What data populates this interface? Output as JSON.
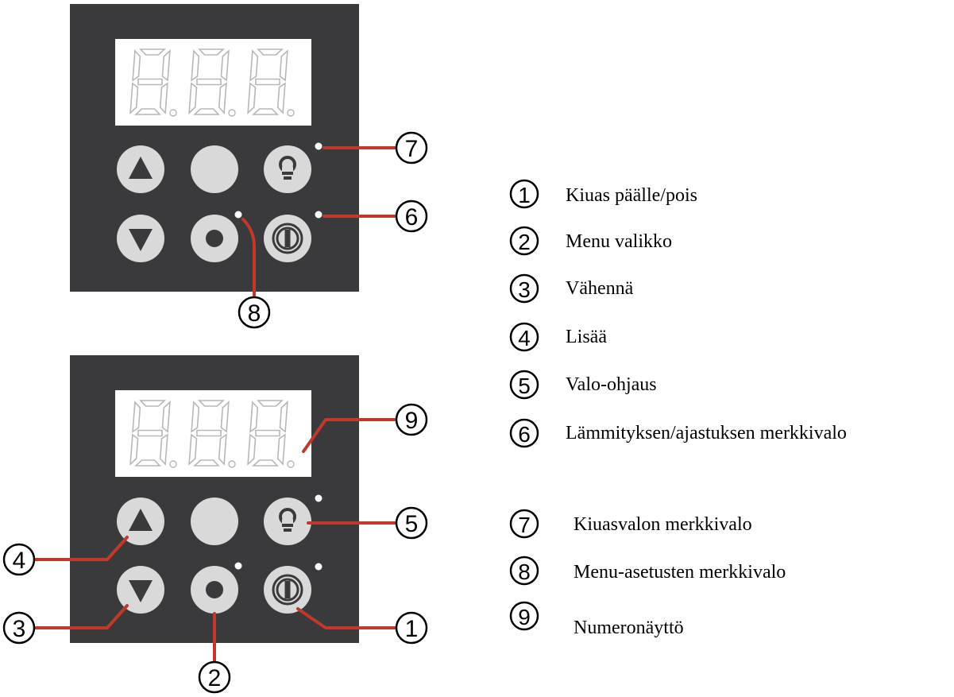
{
  "panels": [
    {
      "id": "top",
      "display_digits": 3,
      "callouts": [
        "7",
        "6",
        "8"
      ]
    },
    {
      "id": "bottom",
      "display_digits": 3,
      "callouts": [
        "9",
        "5",
        "4",
        "3",
        "1",
        "2"
      ]
    }
  ],
  "legend": [
    {
      "number": "1",
      "label": "Kiuas päälle/pois"
    },
    {
      "number": "2",
      "label": "Menu valikko"
    },
    {
      "number": "3",
      "label": "Vähennä"
    },
    {
      "number": "4",
      "label": "Lisää"
    },
    {
      "number": "5",
      "label": "Valo-ohjaus"
    },
    {
      "number": "6",
      "label": "Lämmityksen/ajastuksen merkkivalo"
    },
    {
      "number": "7",
      "label": "Kiuasvalon merkkivalo"
    },
    {
      "number": "8",
      "label": "Menu-asetusten merkkivalo"
    },
    {
      "number": "9",
      "label": "Numeronäyttö"
    }
  ],
  "icons": {
    "up_button": "up-arrow-icon",
    "down_button": "down-arrow-icon",
    "blank_button": "blank-button-icon",
    "light_button": "light-bulb-icon",
    "menu_button": "menu-ring-icon",
    "power_button": "power-icon"
  },
  "colors": {
    "panel": "#3a3a3c",
    "button": "#d9d9d9",
    "leader_line": "#c0392b",
    "display": "#ffffff"
  }
}
